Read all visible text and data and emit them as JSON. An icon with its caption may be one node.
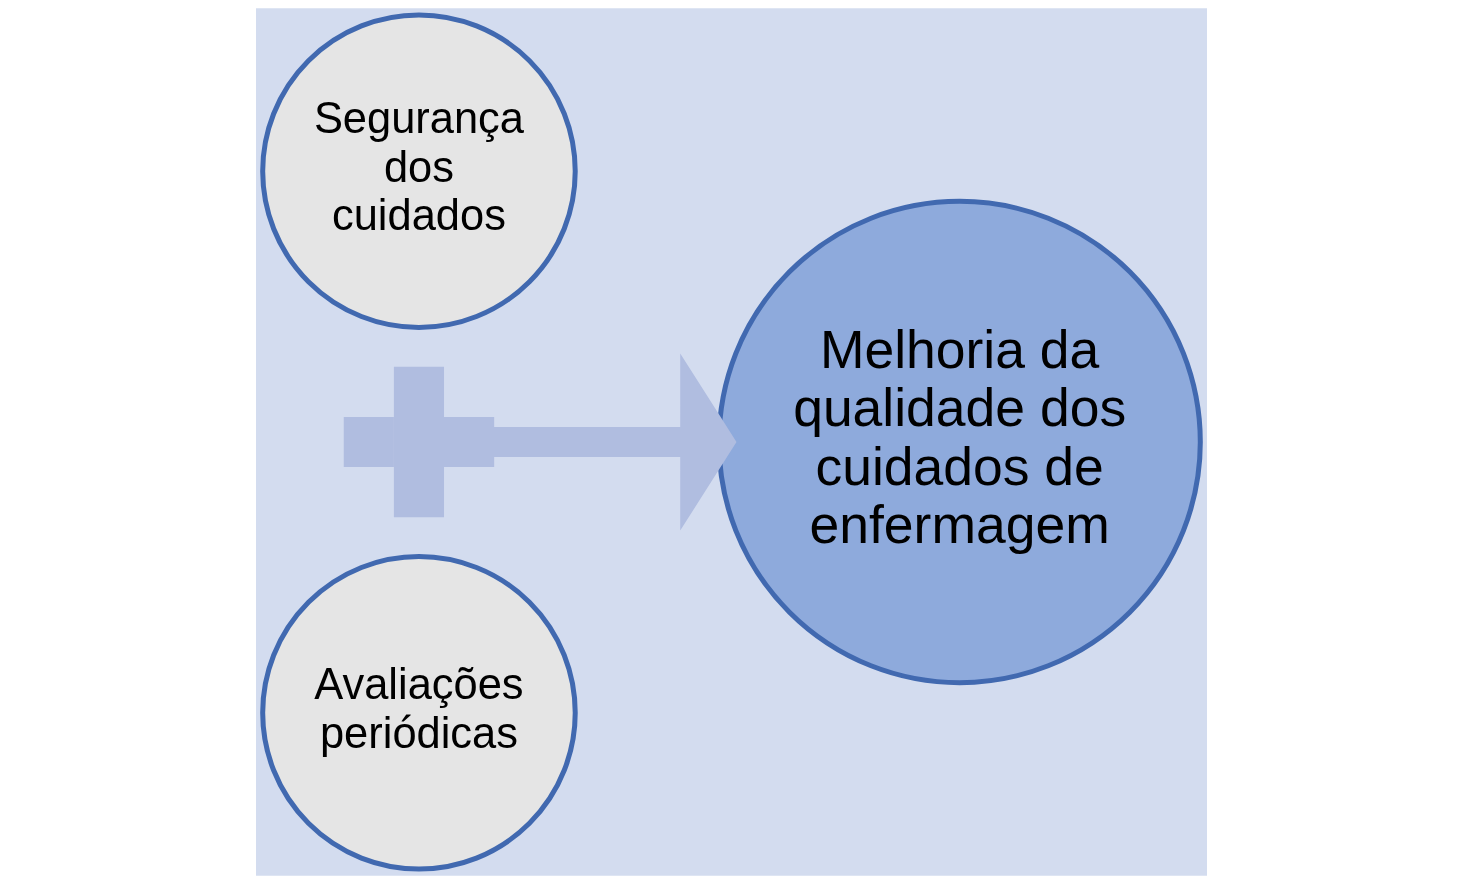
{
  "diagram": {
    "nodes": [
      {
        "text": [
          "Segurança dos cuidados"
        ]
      },
      {
        "text": [],
        "shape": "plus"
      },
      {
        "text": [
          "Avaliações periódicas"
        ]
      },
      {
        "text": [
          "Melhoria da qualidade dos cuidados de enfermagem"
        ]
      }
    ],
    "edges": [
      {
        "from": 1,
        "to": 3,
        "arrow": "to"
      }
    ]
  }
}
